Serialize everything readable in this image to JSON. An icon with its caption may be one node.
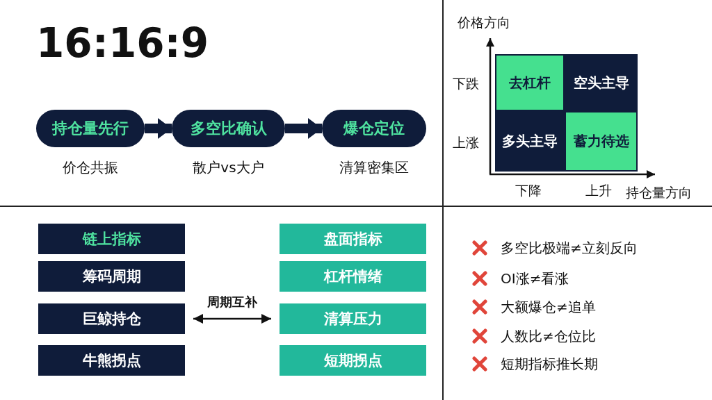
{
  "diagram": {
    "title": "16:16:9",
    "nodes": [
      {
        "text": [
          "持仓量先行"
        ],
        "beside": [
          "价仓共振"
        ]
      },
      {
        "text": [
          "多空比确认"
        ],
        "beside": [
          "散户vs大户"
        ]
      },
      {
        "text": [
          "爆仓定位"
        ],
        "beside": [
          "清算密集区"
        ]
      },
      {
        "text": [
          "去杠杆"
        ]
      },
      {
        "text": [
          "空头主导"
        ]
      },
      {
        "text": [
          "多头主导"
        ]
      },
      {
        "text": [
          "蓄力待选"
        ]
      },
      {
        "text": [
          "链上指标"
        ]
      },
      {
        "text": [
          "筹码周期"
        ]
      },
      {
        "text": [
          "巨鲸持仓"
        ]
      },
      {
        "text": [
          "牛熊拐点"
        ]
      },
      {
        "text": [
          "盘面指标"
        ]
      },
      {
        "text": [
          "杠杆情绪"
        ]
      },
      {
        "text": [
          "清算压力"
        ]
      },
      {
        "text": [
          "短期拐点"
        ]
      }
    ],
    "edges": [
      {
        "from": 0,
        "to": 1,
        "arrow": "to"
      },
      {
        "from": 1,
        "to": 2,
        "arrow": "to"
      },
      {
        "from": 9,
        "to": 13,
        "arrow": "both",
        "label": "周期互补"
      }
    ],
    "labels": [
      "价格方向",
      "下跌",
      "上涨",
      "下降",
      "上升",
      "持仓量方向",
      "多空比极端≠立刻反向",
      "OI涨≠看涨",
      "大额爆仓≠追单",
      "人数比≠仓位比",
      "短期指标推长期"
    ]
  }
}
